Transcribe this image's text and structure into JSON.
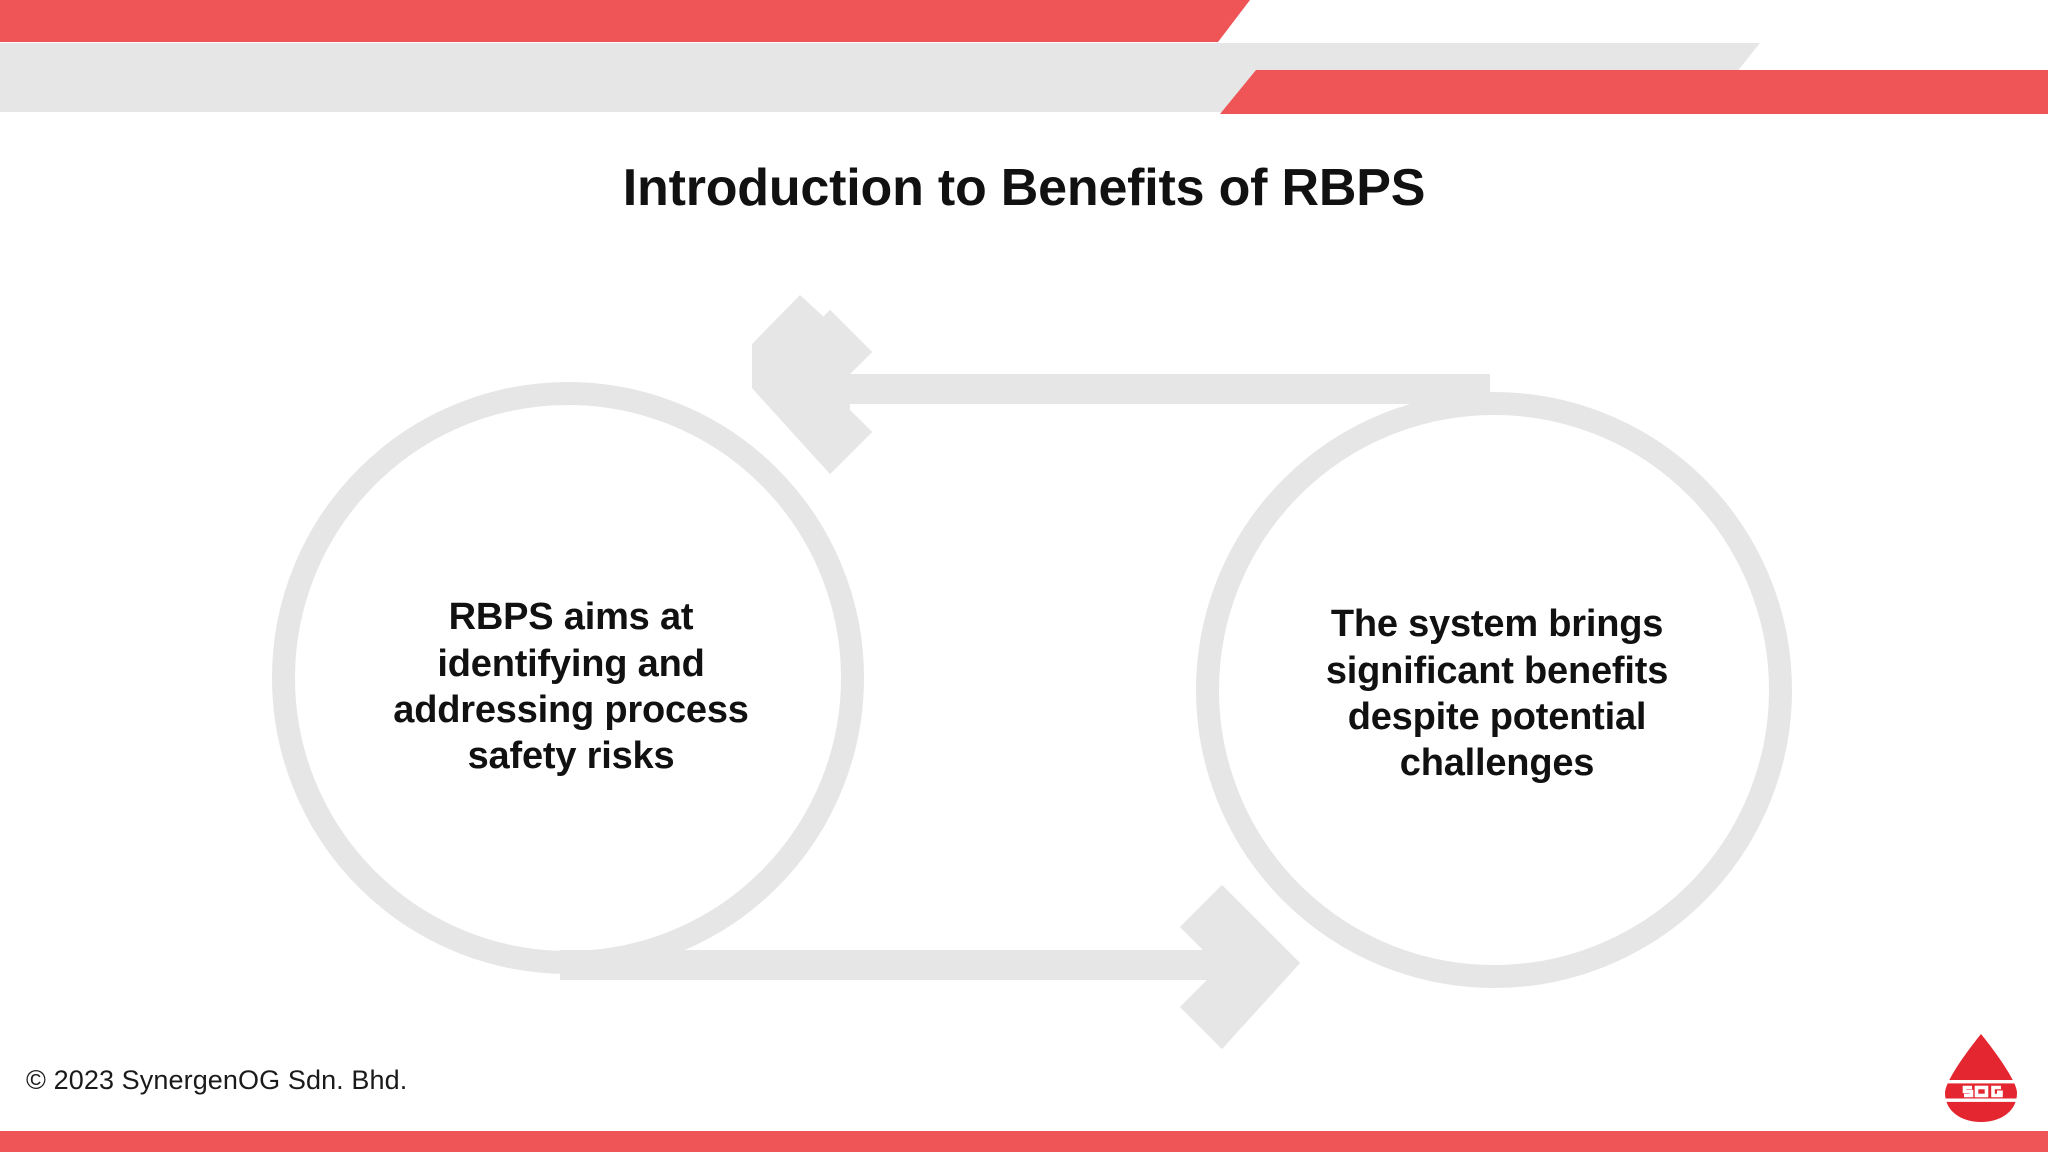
{
  "slide": {
    "title": "Introduction to Benefits of RBPS",
    "background_color": "#FFFFFF"
  },
  "theme": {
    "accent_red": "#EF5457",
    "band_gray": "#E6E6E6",
    "text_dark": "#111111"
  },
  "header": {
    "bands": [
      {
        "name": "red-top-band",
        "color": "#EF5457"
      },
      {
        "name": "gray-band",
        "color": "#E6E6E6"
      },
      {
        "name": "red-lower-band",
        "color": "#EF5457"
      }
    ]
  },
  "diagram": {
    "type": "two-node-cycle",
    "nodes": [
      {
        "id": "left",
        "text": "RBPS aims at identifying and addressing process safety risks",
        "ring_color": "#E6E6E6"
      },
      {
        "id": "right",
        "text": "The system brings significant benefits despite potential challenges",
        "ring_color": "#E6E6E6"
      }
    ],
    "arrows": [
      {
        "name": "arrow-right-to-left",
        "direction": "left",
        "color": "#E6E6E6"
      },
      {
        "name": "arrow-left-to-right",
        "direction": "right",
        "color": "#E6E6E6"
      }
    ]
  },
  "footer": {
    "copyright": "© 2023 SynergenOG Sdn. Bhd.",
    "logo": {
      "name": "synergenog-droplet-logo",
      "wordmark": "SOG",
      "color": "#E3262F"
    },
    "bar_color": "#EF5457"
  }
}
